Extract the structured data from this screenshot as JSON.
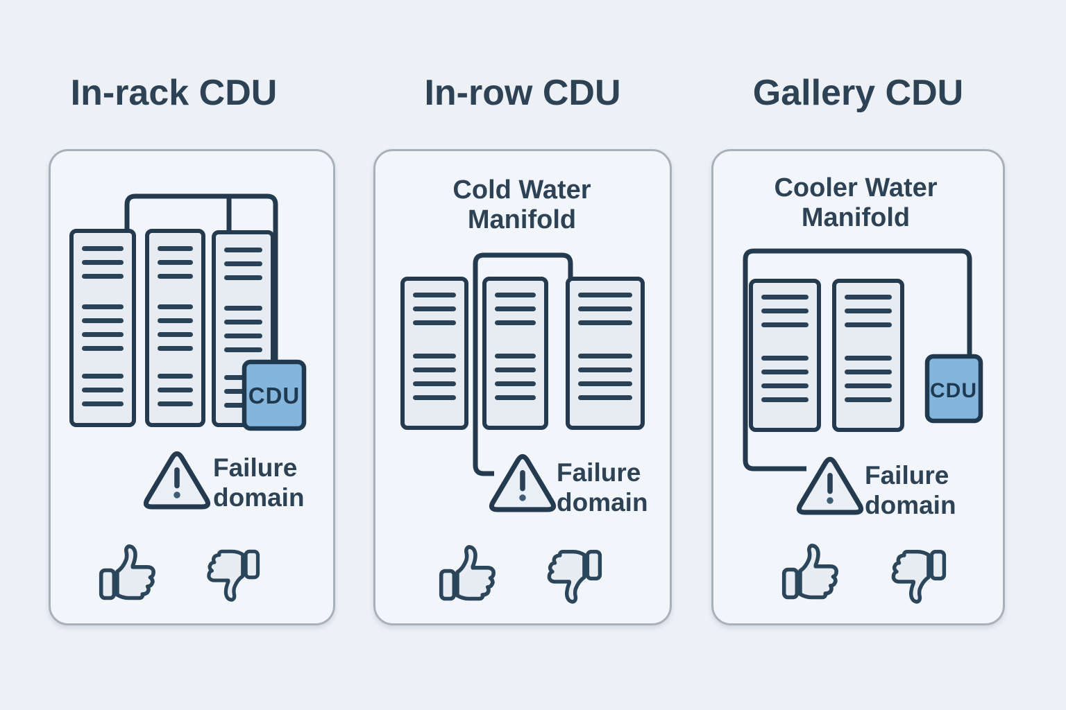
{
  "colors": {
    "page_background": "#edf1f6",
    "card_background": "#f2f5f9",
    "card_border": "#a8b1ba",
    "ink": "#2d4254",
    "outline_stroke": "#243b4f",
    "rack_fill": "#e7ecf2",
    "cdu_fill": "#83b5dd",
    "cdu_stroke": "#1f3a50"
  },
  "panels": [
    {
      "id": "in-rack",
      "title": "In-rack CDU",
      "cdu_label": "CDU",
      "failure_label": "Failure domain"
    },
    {
      "id": "in-row",
      "title": "In-row CDU",
      "manifold_label": "Cold Water Manifold",
      "failure_label": "Failure domain"
    },
    {
      "id": "gallery",
      "title": "Gallery CDU",
      "manifold_label": "Cooler Water Manifold",
      "cdu_label": "CDU",
      "failure_label": "Failure domain"
    }
  ]
}
